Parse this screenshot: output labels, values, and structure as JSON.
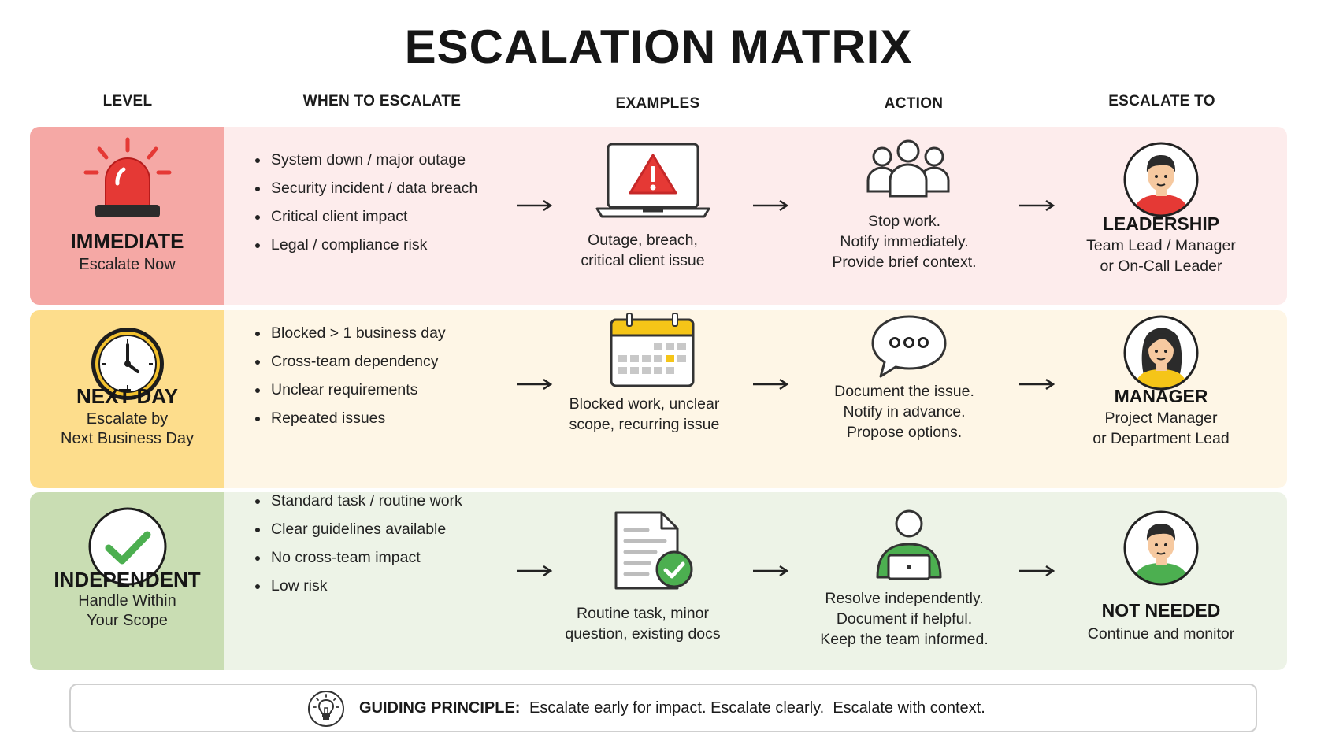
{
  "title": "ESCALATION MATRIX",
  "columns": [
    "LEVEL",
    "WHEN TO ESCALATE",
    "EXAMPLES",
    "ACTION",
    "ESCALATE TO"
  ],
  "rows": [
    {
      "level_name": "IMMEDIATE",
      "level_sub": "Escalate Now",
      "level_icon": "siren-icon",
      "when": [
        "System down / major outage",
        "Security incident / data breach",
        "Critical client impact",
        "Legal / compliance risk"
      ],
      "example_icon": "laptop-warning-icon",
      "example_lines": [
        "Outage, breach,",
        "critical client issue"
      ],
      "action_icon": "team-group-icon",
      "action_lines": [
        "Stop work.",
        "Notify immediately.",
        "Provide brief context."
      ],
      "to_name": "LEADERSHIP",
      "to_lines": [
        "Team Lead / Manager",
        "or On-Call Leader"
      ],
      "accent": "#e53935"
    },
    {
      "level_name": "NEXT-DAY",
      "level_sub_lines": [
        "Escalate by",
        "Next Business Day"
      ],
      "level_icon": "clock-icon",
      "when": [
        "Blocked > 1 business day",
        "Cross-team dependency",
        "Unclear requirements",
        "Repeated issues"
      ],
      "example_icon": "calendar-icon",
      "example_lines": [
        "Blocked work, unclear",
        "scope, recurring issue"
      ],
      "action_icon": "chat-bubble-icon",
      "action_lines": [
        "Document the issue.",
        "Notify in advance.",
        "Propose options."
      ],
      "to_name": "MANAGER",
      "to_lines": [
        "Project Manager",
        "or Department Lead"
      ],
      "accent": "#f5c518"
    },
    {
      "level_name": "INDEPENDENT",
      "level_sub_lines": [
        "Handle Within",
        "Your Scope"
      ],
      "level_icon": "checkmark-icon",
      "when": [
        "Standard task / routine work",
        "Clear guidelines available",
        "No cross-team impact",
        "Low risk"
      ],
      "example_icon": "document-check-icon",
      "example_lines": [
        "Routine task, minor",
        "question, existing docs"
      ],
      "action_icon": "person-laptop-icon",
      "action_lines": [
        "Resolve independently.",
        "Document if helpful.",
        "Keep the team informed."
      ],
      "to_name": "NOT NEEDED",
      "to_lines": [
        "Continue and monitor"
      ],
      "accent": "#4caf50"
    }
  ],
  "principle": {
    "label": "GUIDING PRINCIPLE:",
    "text": "Escalate early for impact. Escalate clearly.  Escalate with context.",
    "icon": "lightbulb-icon"
  }
}
